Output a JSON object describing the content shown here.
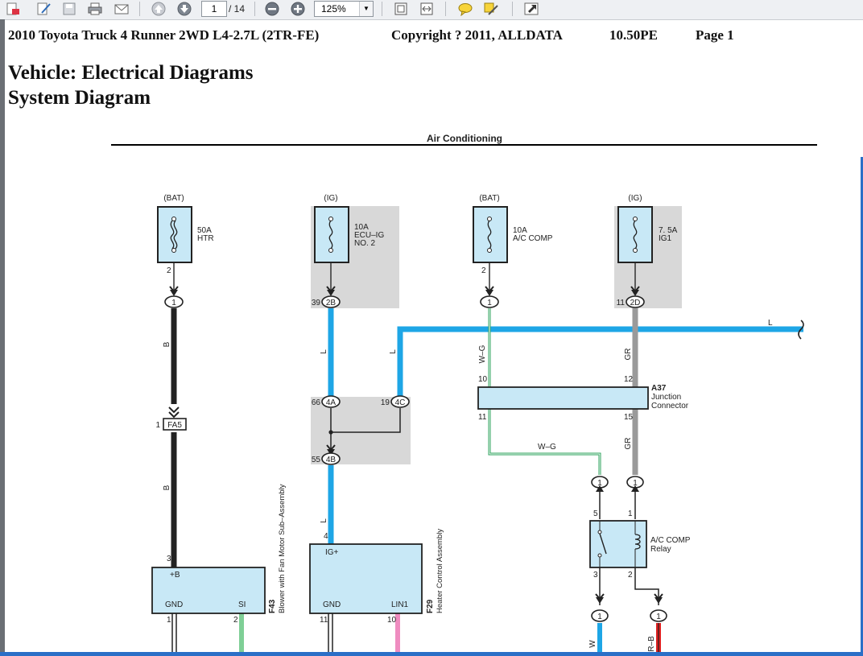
{
  "toolbar": {
    "current_page": "1",
    "page_count": "/ 14",
    "zoom": "125%"
  },
  "header": {
    "vehicle": "2010 Toyota Truck 4 Runner 2WD L4-2.7L (2TR-FE)",
    "copyright": "Copyright ? 2011, ALLDATA",
    "version": "10.50PE",
    "page": "Page 1"
  },
  "titles": {
    "line1": "Vehicle: Electrical Diagrams",
    "line2": "System Diagram"
  },
  "diagram": {
    "section_title": "Air Conditioning",
    "fuses": [
      {
        "source": "(BAT)",
        "rating": "50A",
        "name": "HTR",
        "pin": "2"
      },
      {
        "source": "(IG)",
        "rating": "10A",
        "name": "ECU–IG",
        "name2": "NO. 2"
      },
      {
        "source": "(BAT)",
        "rating": "10A",
        "name": "A/C COMP",
        "pin": "2"
      },
      {
        "source": "(IG)",
        "rating": "7. 5A",
        "name": "IG1"
      }
    ],
    "connectors": {
      "c1": "1",
      "c39": "39",
      "c2b": "2B",
      "c1b": "1",
      "c11": "11",
      "c2d": "2D",
      "c66": "66",
      "c4a": "4A",
      "c19": "19",
      "c4c": "4C",
      "c55": "55",
      "c4b": "4B",
      "fa5pin": "1",
      "fa5": "FA5"
    },
    "wires": {
      "b": "B",
      "l": "L",
      "wg": "W–G",
      "gr": "GR",
      "rb": "R–B",
      "w": "W"
    },
    "junction": {
      "id": "A37",
      "name1": "Junction",
      "name2": "Connector",
      "p10": "10",
      "p11": "11",
      "p12": "12",
      "p15": "15"
    },
    "relay": {
      "name1": "A/C COMP",
      "name2": "Relay",
      "p5": "5",
      "p1": "1",
      "p3": "3",
      "p2": "2",
      "c1": "1",
      "c2": "1",
      "c3": "1",
      "c4": "1"
    },
    "blower": {
      "id": "F43",
      "name": "Blower with Fan Motor Sub–Assembly",
      "pin_b": "+B",
      "gnd": "GND",
      "si": "SI",
      "p3": "3",
      "p1": "1",
      "p2": "2"
    },
    "heater": {
      "id": "F29",
      "name": "Heater Control Assembly",
      "pin_ig": "IG+",
      "gnd": "GND",
      "lin": "LIN1",
      "p4": "4",
      "p11": "11",
      "p10": "10"
    }
  }
}
